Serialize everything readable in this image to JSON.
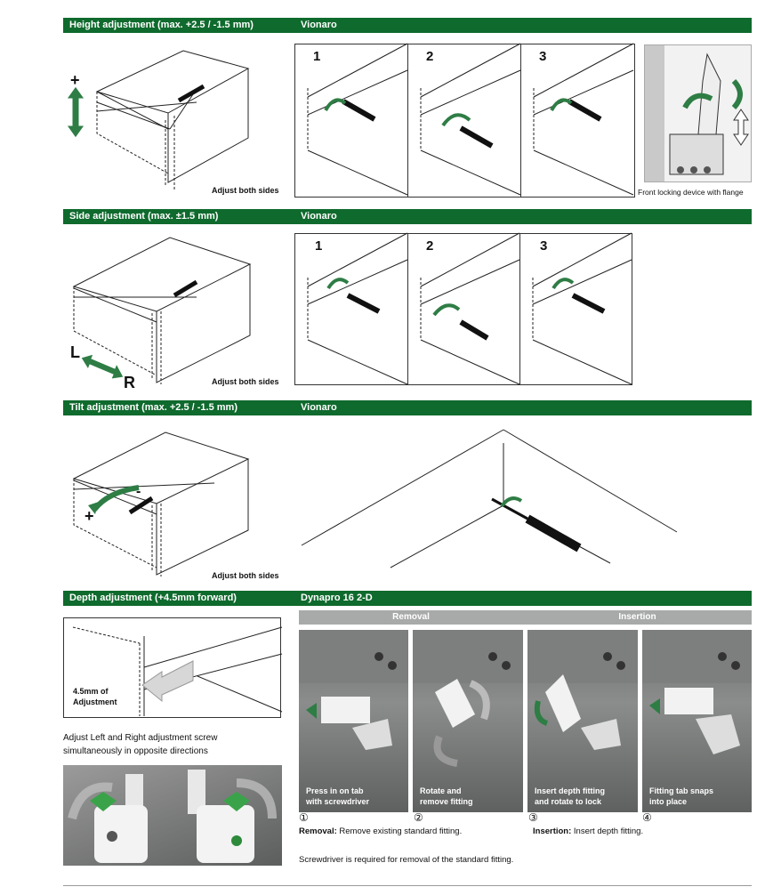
{
  "sections": {
    "height": {
      "title": "Height adjustment (max. +2.5 / -1.5 mm)",
      "brand": "Vionaro",
      "note": "Adjust both sides",
      "plus": "+",
      "minus": "-",
      "steps": [
        "1",
        "2",
        "3"
      ],
      "flange_caption": "Front locking device with flange"
    },
    "side": {
      "title": "Side adjustment (max. ±1.5 mm)",
      "brand": "Vionaro",
      "note": "Adjust both sides",
      "left": "L",
      "right": "R",
      "steps": [
        "1",
        "2",
        "3"
      ]
    },
    "tilt": {
      "title": "Tilt adjustment (max. +2.5 / -1.5 mm)",
      "brand": "Vionaro",
      "note": "Adjust both sides",
      "plus": "+",
      "minus": "-"
    },
    "depth": {
      "title": "Depth adjustment (+4.5mm forward)",
      "brand": "Dynapro 16 2-D",
      "adjust_label_1": "4.5mm of",
      "adjust_label_2": "Adjustment",
      "instruction_1": "Adjust Left and Right adjustment screw",
      "instruction_2": "simultaneously in opposite directions",
      "removal_head": "Removal",
      "insertion_head": "Insertion",
      "photos": [
        {
          "line1": "Press in on tab",
          "line2": "with screwdriver",
          "num": "①"
        },
        {
          "line1": "Rotate and",
          "line2": "remove fitting",
          "num": "②"
        },
        {
          "line1": "Insert depth fitting",
          "line2": "and rotate to lock",
          "num": "③"
        },
        {
          "line1": "Fitting tab snaps",
          "line2": "into place",
          "num": "④"
        }
      ],
      "removal_label": "Removal:",
      "removal_text": " Remove existing standard fitting.",
      "insertion_label": "Insertion:",
      "insertion_text": " Insert depth fitting.",
      "footnote": "Screwdriver is required for removal of the standard fitting."
    }
  },
  "colors": {
    "green": "#0f6a2d",
    "arrow_green": "#2e7d45",
    "grey_head": "#a8aaa9"
  }
}
